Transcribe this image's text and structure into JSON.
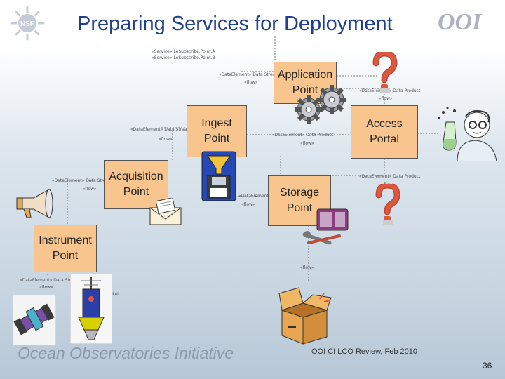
{
  "title": "Preparing Services for Deployment",
  "boxes": {
    "application_point": "Application\nPoint",
    "ingest_point": "Ingest\nPoint",
    "access_portal": "Access\nPortal",
    "acquisition_point": "Acquisition\nPoint",
    "storage_point": "Storage\nPoint",
    "instrument_point": "Instrument\nPoint"
  },
  "footer": {
    "brand": "Ocean Observatories Initiative",
    "review": "OOI CI LCO Review, Feb 2010",
    "page_number": "36"
  },
  "logos": {
    "nsf": "NSF",
    "ooi": "OOI"
  },
  "colors": {
    "title": "#1f3f8f",
    "box_fill": "#f7c58d",
    "question_mark": "#e0573f"
  },
  "icons": [
    "nsf-logo",
    "ooi-logo",
    "question-mark-icon",
    "gears-icon",
    "scientist-icon",
    "funnel-floppy-icon",
    "megaphone-icon",
    "envelope-icon",
    "tools-icon",
    "box-icon",
    "instrument-icon"
  ]
}
